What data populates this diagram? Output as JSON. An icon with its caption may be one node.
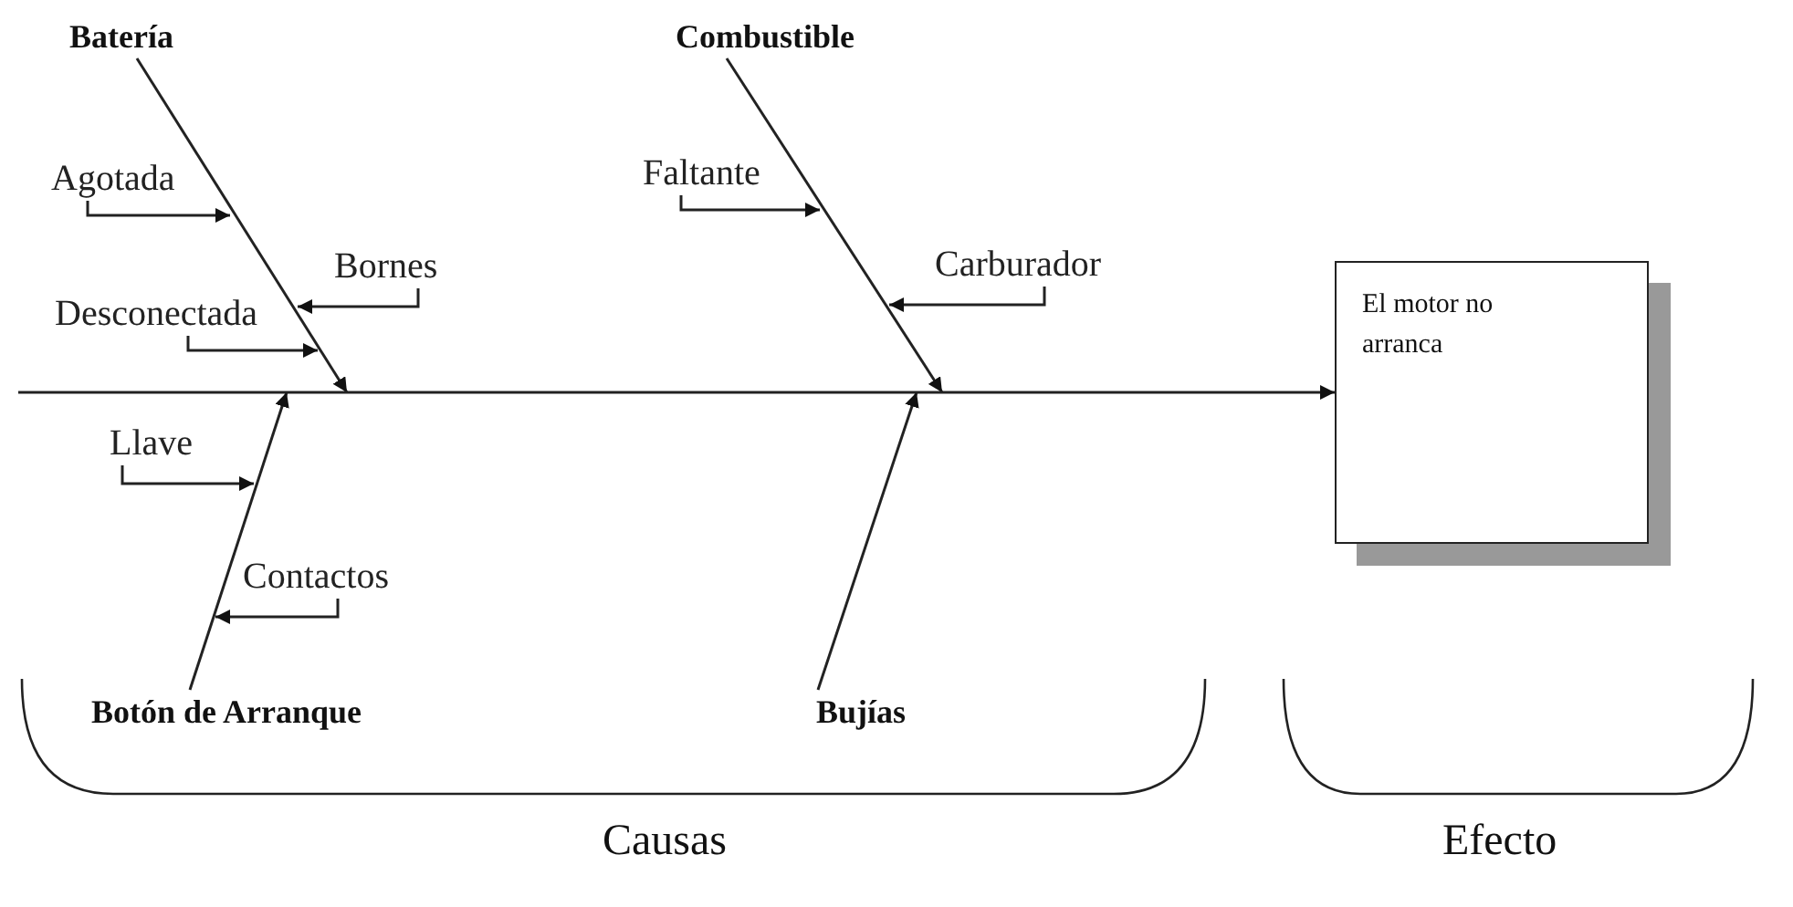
{
  "diagram": {
    "nodes": [
      {
        "text": [
          "Batería"
        ]
      },
      {
        "text": [
          "Agotada"
        ]
      },
      {
        "text": [
          "Bornes"
        ]
      },
      {
        "text": [
          "Desconectada"
        ]
      },
      {
        "text": [
          "Combustible"
        ]
      },
      {
        "text": [
          "Faltante"
        ]
      },
      {
        "text": [
          "Carburador"
        ]
      },
      {
        "text": [
          "Llave"
        ]
      },
      {
        "text": [
          "Contactos"
        ]
      },
      {
        "text": [
          "Botón de Arranque"
        ]
      },
      {
        "text": [
          "Bujías"
        ]
      },
      {
        "text": [
          "El motor no arranca"
        ]
      }
    ],
    "edges": [
      {
        "from": 0,
        "to": null,
        "arrow": "to"
      },
      {
        "from": 1,
        "to": null,
        "arrow": "to"
      },
      {
        "from": 2,
        "to": null,
        "arrow": "to"
      },
      {
        "from": 3,
        "to": null,
        "arrow": "to"
      },
      {
        "from": 4,
        "to": null,
        "arrow": "to"
      },
      {
        "from": 5,
        "to": null,
        "arrow": "to"
      },
      {
        "from": 6,
        "to": null,
        "arrow": "to"
      },
      {
        "from": 7,
        "to": null,
        "arrow": "to"
      },
      {
        "from": 8,
        "to": null,
        "arrow": "to"
      },
      {
        "from": 9,
        "to": null,
        "arrow": "to"
      },
      {
        "from": 10,
        "to": null,
        "arrow": "to"
      },
      {
        "from": null,
        "to": 11,
        "arrow": "to"
      }
    ],
    "labels": [
      "Causas",
      "Efecto"
    ]
  }
}
